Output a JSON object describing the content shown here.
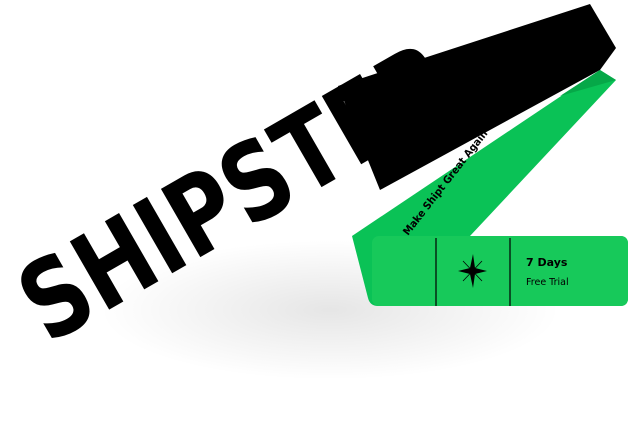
{
  "brand": {
    "wordmark": "SHIPSTER",
    "tagline": "Make Shipt Great Again"
  },
  "ticket": {
    "icon": "sparkle-star-icon",
    "duration_label": "7 Days",
    "offer_label": "Free Trial"
  },
  "colors": {
    "ribbon_black": "#000000",
    "ribbon_green": "#0ac256",
    "ticket_green": "#17c95a",
    "background": "#ffffff"
  }
}
